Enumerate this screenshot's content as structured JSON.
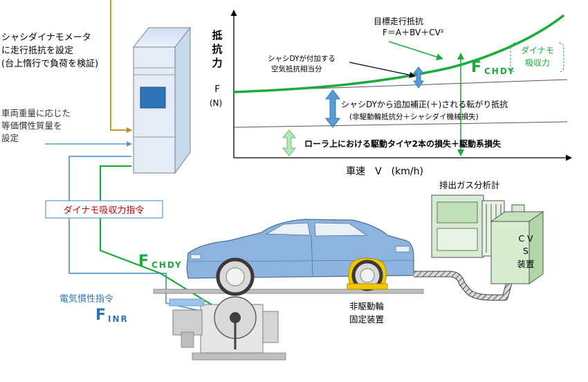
{
  "left_text": {
    "chassis_dyno_lines": [
      "シャシダイナモメータ",
      "に走行抵抗を設定",
      "(台上惰行で負荷を検証)"
    ],
    "inertia_lines": [
      "車両重量に応じた",
      "等価慣性質量を",
      "設定"
    ]
  },
  "chart": {
    "y_axis_label_chars": [
      "抵",
      "抗",
      "力"
    ],
    "y_unit_lines": [
      "F",
      "(N)"
    ],
    "x_axis_label": "車速　V　(km/h)",
    "target_resistance_lines": [
      "目標走行抵抗",
      "F＝A＋BV＋CV²"
    ],
    "air_resistance_lines": [
      "シャシDYが付加する",
      "空気抵抗相当分"
    ],
    "rolling_resistance_lines": [
      "シャシDYから追加補正(＋)される転がり抵抗",
      "(非駆動輪抵抗分＋シャシダイ機械損失)"
    ],
    "roller_loss": "ローラ上における駆動タイヤ2本の損失＋駆動系損失",
    "fchdy_label": "F",
    "fchdy_subscript": "CHDY",
    "dyno_absorption_lines": [
      "ダイナモ",
      "吸収力"
    ]
  },
  "lower": {
    "dyno_command": "ダイナモ吸収力指令",
    "fchdy_label": "F",
    "fchdy_subscript": "CHDY",
    "electric_inertia": "電気慣性指令",
    "finr_label": "F",
    "finr_subscript": "INR",
    "non_driven_lines": [
      "非駆動輪",
      "固定装置"
    ],
    "exhaust_analyzer": "排出ガス分析計",
    "cvs_lines": [
      "C V",
      "S",
      "装置"
    ]
  },
  "colors": {
    "green": "#1aab3a",
    "blue_arrow": "#2e75b6",
    "light_green_arrow": "#b5e7b8",
    "orange_line": "#c98a00",
    "blue_line": "#5b9bd5",
    "red_text": "#c00000",
    "car_blue": "#8cb4de",
    "tire_yellow": "#f2c600",
    "analyzer_green": "#d6ecd0"
  }
}
